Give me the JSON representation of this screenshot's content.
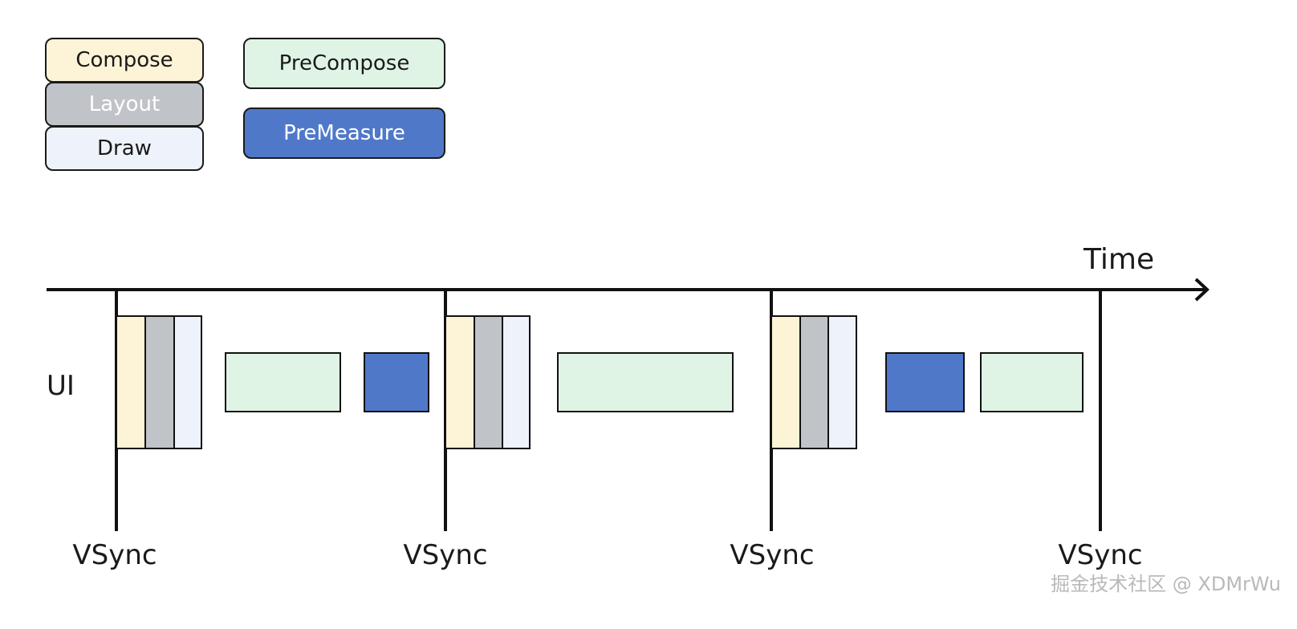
{
  "legend": {
    "compose": {
      "label": "Compose",
      "color": "#fdf3d6"
    },
    "layout": {
      "label": "Layout",
      "color": "#c0c3c8",
      "text_color": "#ffffff"
    },
    "draw": {
      "label": "Draw",
      "color": "#eef2fb"
    },
    "precompose": {
      "label": "PreCompose",
      "color": "#dff4e4"
    },
    "premeasure": {
      "label": "PreMeasure",
      "color": "#4f78c8",
      "text_color": "#ffffff"
    }
  },
  "axis": {
    "time_label": "Time",
    "row_label": "UI"
  },
  "vsync_labels": [
    "VSync",
    "VSync",
    "VSync",
    "VSync"
  ],
  "watermark": "掘金技术社区 @ XDMrWu"
}
